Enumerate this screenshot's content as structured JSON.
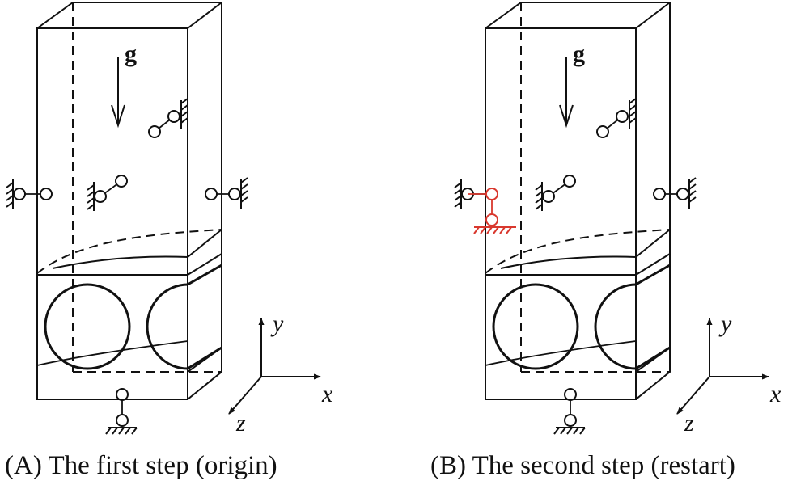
{
  "gravity_label": "g",
  "axes": {
    "x": "x",
    "y": "y",
    "z": "z"
  },
  "panels": [
    {
      "caption": "(A) The first step (origin)"
    },
    {
      "caption": "(B) The second step (restart)"
    }
  ],
  "colors": {
    "lines": "#111111",
    "restart_support": "#d9382e"
  }
}
